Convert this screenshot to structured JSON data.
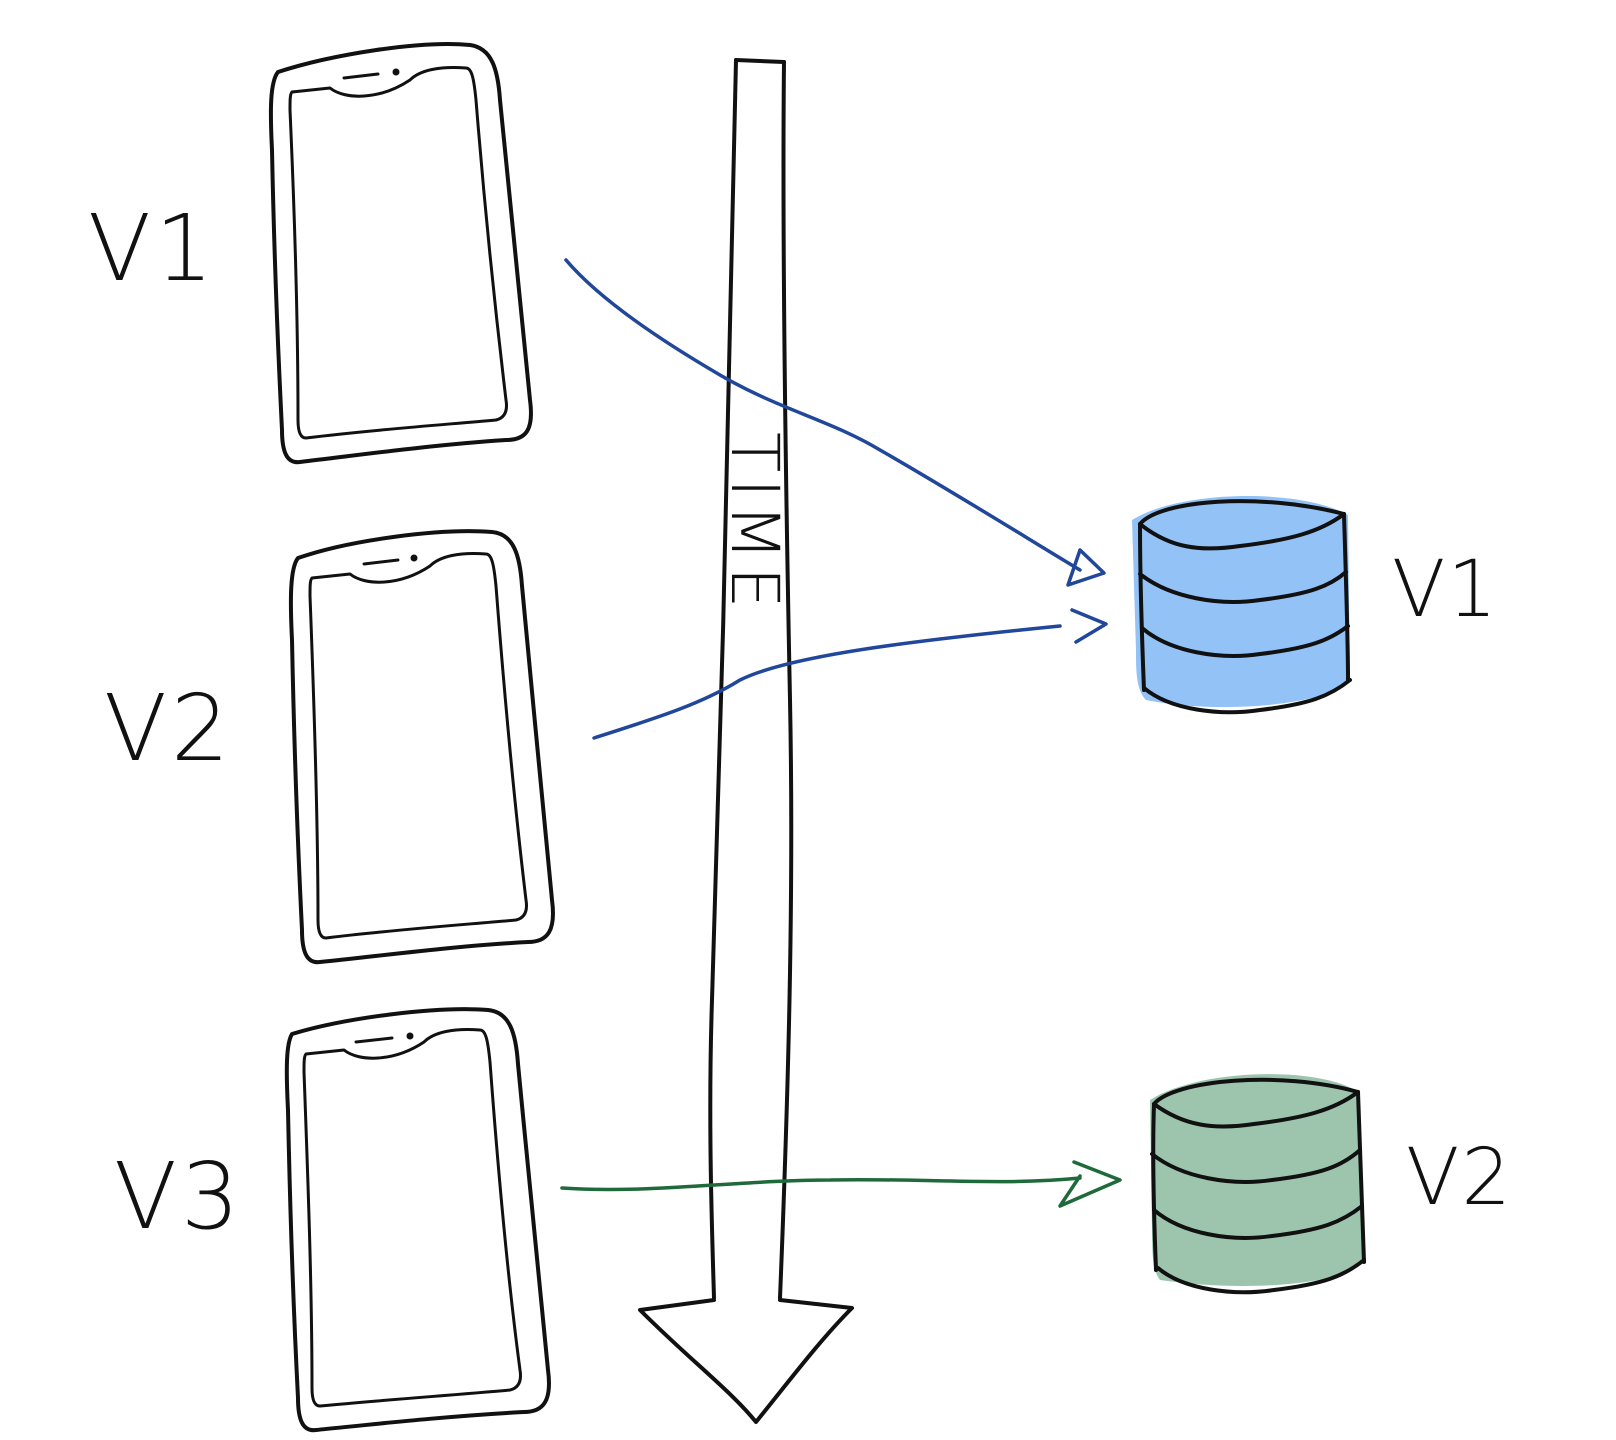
{
  "timeline": {
    "label": "TIME"
  },
  "clients": [
    {
      "label": "V1"
    },
    {
      "label": "V2"
    },
    {
      "label": "V3"
    }
  ],
  "servers": [
    {
      "label": "V1",
      "color": "#93c2f7"
    },
    {
      "label": "V2",
      "color": "#9dc5ae"
    }
  ],
  "connections": [
    {
      "from": "V1",
      "to": "V1",
      "color": "#21479a"
    },
    {
      "from": "V2",
      "to": "V1",
      "color": "#21479a"
    },
    {
      "from": "V3",
      "to": "V2",
      "color": "#1f6a3a"
    }
  ]
}
